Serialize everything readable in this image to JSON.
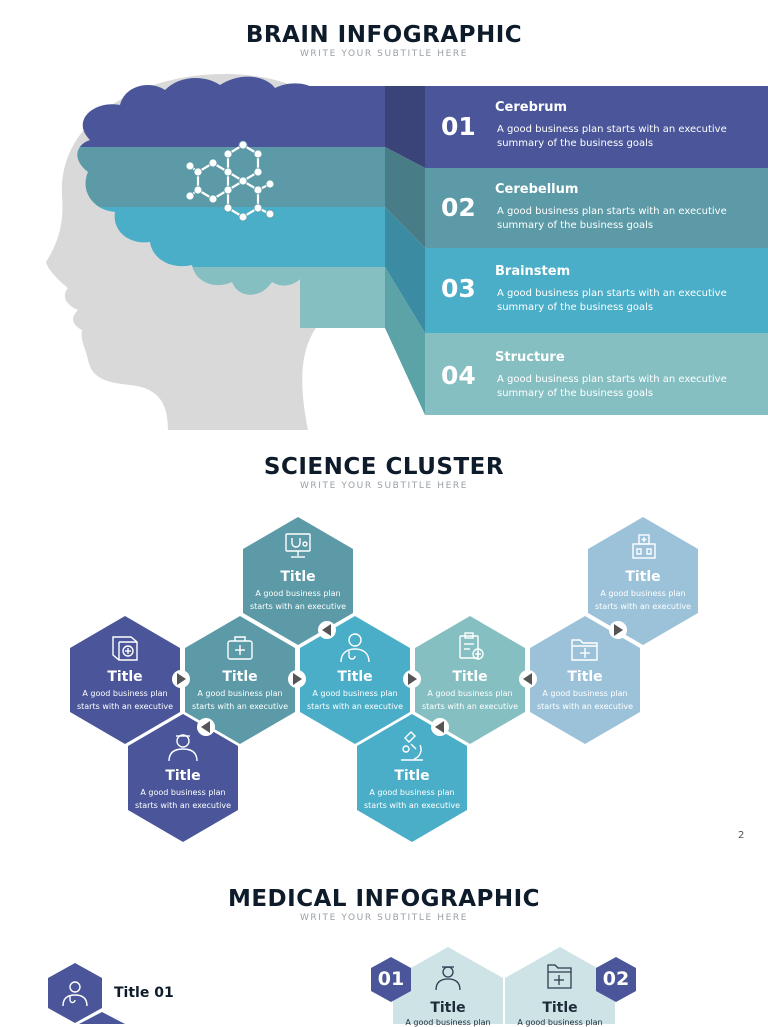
{
  "brain": {
    "title": "BRAIN INFOGRAPHIC",
    "subtitle": "WRITE YOUR SUBTITLE HERE",
    "items": [
      {
        "num": "01",
        "title": "Cerebrum",
        "desc": "A good business plan starts with an executive summary of the business goals"
      },
      {
        "num": "02",
        "title": "Cerebellum",
        "desc": "A good business plan starts with an executive summary of the business goals"
      },
      {
        "num": "03",
        "title": "Brainstem",
        "desc": "A good business plan starts with an executive summary of the business goals"
      },
      {
        "num": "04",
        "title": "Structure",
        "desc": "A good business plan starts with an executive summary of the business goals"
      }
    ]
  },
  "science": {
    "title": "SCIENCE CLUSTER",
    "subtitle": "WRITE YOUR SUBTITLE HERE",
    "hexes": [
      {
        "title": "Title",
        "desc": "A good business plan starts with an executive",
        "icon": "monitor-stethoscope-icon"
      },
      {
        "title": "Title",
        "desc": "A good business plan starts with an executive",
        "icon": "hospital-building-icon"
      },
      {
        "title": "Title",
        "desc": "A good business plan starts with an executive",
        "icon": "medicine-box-icon"
      },
      {
        "title": "Title",
        "desc": "A good business plan starts with an executive",
        "icon": "first-aid-kit-icon"
      },
      {
        "title": "Title",
        "desc": "A good business plan starts with an executive",
        "icon": "doctor-icon"
      },
      {
        "title": "Title",
        "desc": "A good business plan starts with an executive",
        "icon": "clipboard-icon"
      },
      {
        "title": "Title",
        "desc": "A good business plan starts with an executive",
        "icon": "medical-folder-icon"
      },
      {
        "title": "Title",
        "desc": "A good business plan starts with an executive",
        "icon": "nurse-icon"
      },
      {
        "title": "Title",
        "desc": "A good business plan starts with an executive",
        "icon": "microscope-icon"
      }
    ]
  },
  "page_number": "2",
  "medical": {
    "title": "MEDICAL INFOGRAPHIC",
    "subtitle": "WRITE YOUR SUBTITLE HERE",
    "left_item": "Title 01",
    "cards": [
      {
        "num": "01",
        "title": "Title",
        "desc": "A good business plan",
        "icon": "nurse-icon"
      },
      {
        "num": "02",
        "title": "Title",
        "desc": "A good business plan",
        "icon": "medical-folder-icon"
      }
    ]
  },
  "colors": {
    "navy": "#4a5699",
    "teal": "#5b9aa6",
    "cyan": "#4aaec8",
    "mint": "#86bfc2",
    "light": "#9cc2d9",
    "pale": "#cde3e6",
    "head": "#d9d9d9"
  }
}
